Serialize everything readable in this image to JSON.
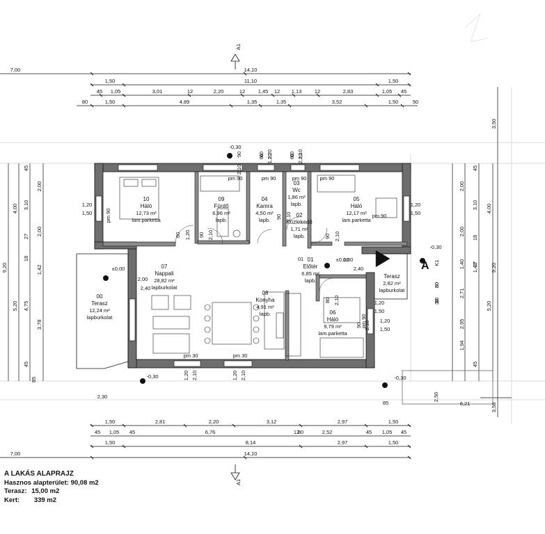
{
  "section_marker": "A1",
  "dims": {
    "top_total": [
      "7,00",
      "14,10"
    ],
    "top_row2": [
      "1,50",
      "11,10",
      "1,50"
    ],
    "top_row3": [
      "45",
      "1,05",
      "3,01",
      "12",
      "2,20",
      "12",
      "1,45",
      "12",
      "1,13",
      "12",
      "2,83",
      "1,05",
      "45"
    ],
    "top_row4": [
      "80",
      "1,50",
      "4,89",
      "1,35",
      "1,35",
      "3,52",
      "1,50",
      "50"
    ],
    "bottom_row1": [
      "1,50",
      "2,81",
      "2,20",
      "3,12",
      "2,97",
      "1,50"
    ],
    "bottom_row2": [
      "45",
      "1,05",
      "45",
      "6,76",
      "12",
      "80",
      "2,52",
      "45",
      "1,05",
      "45"
    ],
    "bottom_row3": [
      "1,50",
      "8,14",
      "2,97",
      "1,50"
    ],
    "bottom_total": [
      "7,00",
      "14,10"
    ],
    "left_col1": [
      "9,20"
    ],
    "left_col2": [
      "4,00",
      "5,20"
    ],
    "left_col3": [
      "45",
      "3,10",
      "27",
      "18",
      "4,75",
      "45"
    ],
    "left_col4": [
      "2,00",
      "2,00",
      "1,42",
      "3,78"
    ],
    "left_misc": [
      "1,20",
      "1,50",
      "85",
      "2,30"
    ],
    "right_col1": [
      "2,00",
      "2,00",
      "1,40",
      "2,71",
      "2,95",
      "1,94"
    ],
    "right_col2": [
      "45",
      "3,10",
      "18",
      "27",
      "1,42",
      "45"
    ],
    "right_col3": [
      "4,00",
      "5,20"
    ],
    "right_col4": [
      "9,20"
    ],
    "right_misc": [
      "3,50",
      "3,58",
      "2,50",
      "6,21",
      "85",
      "1,20",
      "1,50",
      "1,20",
      "1,50"
    ],
    "openings": [
      "90",
      "2,10",
      "60",
      "1,20",
      "60",
      "2,10",
      "60",
      "1,20",
      "90",
      "2,10",
      "90",
      "2,10",
      "90",
      "2,10",
      "2,00",
      "2,40",
      "1,00",
      "2,40",
      "80",
      "2,10",
      "90",
      "2,10",
      "1,20",
      "2,10",
      "1,20",
      "2,10",
      "1,20",
      "1,50",
      "80",
      "30"
    ],
    "levels": [
      "-0,30",
      "±0,00",
      "±0,00",
      "-0,30",
      "-0,30",
      "-0,30"
    ],
    "pm_labels": [
      "pm 90",
      "pm 90",
      "pm 90",
      "pm 90",
      "pm 90",
      "pm 90",
      "pm 90",
      "pm 30",
      "pm 30"
    ],
    "misc": [
      "60",
      "1,20",
      "60",
      "2,10",
      "K1",
      "30",
      "80",
      "01"
    ]
  },
  "rooms": [
    {
      "num": "10",
      "name": "Háló",
      "area": "12,73 m²",
      "floor": "lam.parketta"
    },
    {
      "num": "09",
      "name": "Fürdő",
      "area": "6,96 m²",
      "floor": "lapb."
    },
    {
      "num": "04",
      "name": "Kamra",
      "area": "4,50 m²",
      "floor": "lapb."
    },
    {
      "num": "03",
      "name": "Wc",
      "area": "1,86 m²",
      "floor": "lapb."
    },
    {
      "num": "02",
      "name": "Közlekedő",
      "area": "1,71 m²",
      "floor": "lapb."
    },
    {
      "num": "05",
      "name": "Háló",
      "area": "12,17 m²",
      "floor": "lam.parketta"
    },
    {
      "num": "07",
      "name": "Nappali",
      "area": "28,82 m²",
      "floor": "lapburkolat"
    },
    {
      "num": "08",
      "name": "Konyha",
      "area": "4,91 m²",
      "floor": "lapb."
    },
    {
      "num": "01",
      "name": "Előtér",
      "area": "6,85 m²",
      "floor": "lapb."
    },
    {
      "num": "06",
      "name": "Háló",
      "area": "9,79 m²",
      "floor": "lam.parketta"
    },
    {
      "num": "00",
      "name": "Terasz",
      "area": "12,24 m²",
      "floor": "lapburkolat"
    },
    {
      "num": "",
      "name": "Terasz",
      "area": "2,82 m²",
      "floor": "lapburkolat"
    }
  ],
  "entrance_mark": "A",
  "legend": {
    "title": "A LAKÁS ALAPRAJZ",
    "useful_label": "Hasznos alapterület:",
    "useful_value": "90,08 m2",
    "terrace_label": "Terasz:",
    "terrace_value": "15,00 m2",
    "garden_label": "Kert:",
    "garden_value": "339 m2"
  }
}
